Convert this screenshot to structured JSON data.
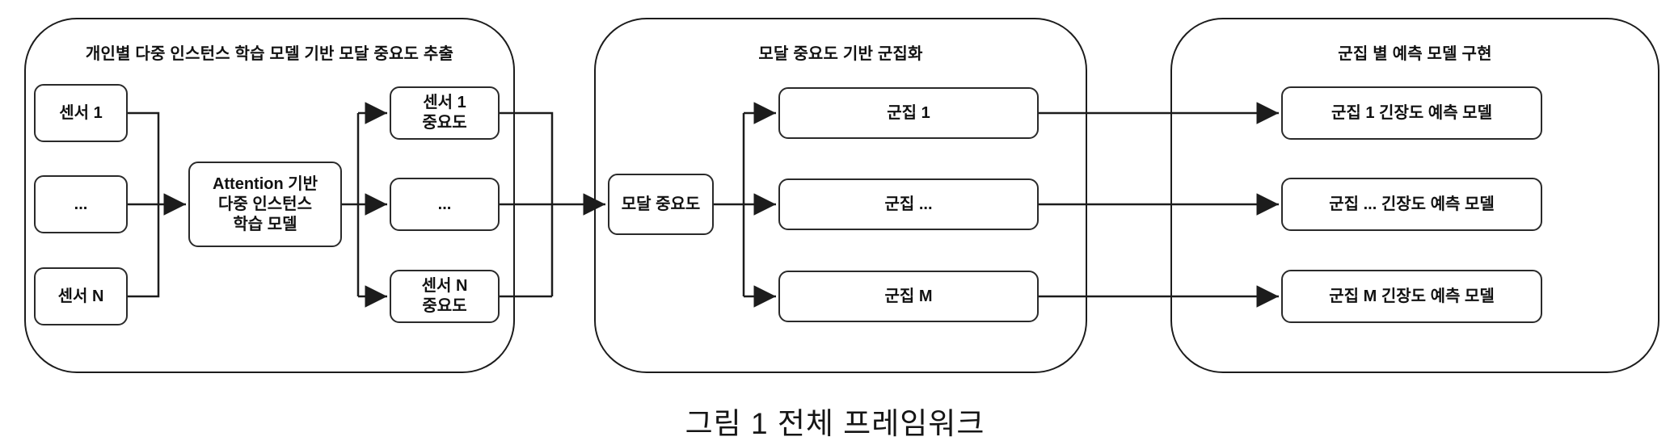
{
  "caption": "그림 1 전체 프레임워크",
  "colors": {
    "line": "#1c1c1c",
    "box_border": "#2a2a2a",
    "background": "#ffffff",
    "text": "#111111"
  },
  "panel1": {
    "title": "개인별 다중 인스턴스 학습 모델 기반 모달 중요도 추출",
    "sensor_1": "센서 1",
    "sensor_dots": "...",
    "sensor_n": "센서 N",
    "attention_model": "Attention 기반\n다중 인스턴스\n학습 모델",
    "importance_1": "센서 1\n중요도",
    "importance_dots": "...",
    "importance_n": "센서 N\n중요도"
  },
  "panel2": {
    "title": "모달 중요도 기반 군집화",
    "modal_importance": "모달 중요도",
    "cluster_1": "군집 1",
    "cluster_dots": "군집 ...",
    "cluster_m": "군집 M"
  },
  "panel3": {
    "title": "군집 별 예측 모델 구현",
    "pred_model_1": "군집 1 긴장도 예측 모델",
    "pred_model_dots": "군집 ... 긴장도 예측 모델",
    "pred_model_m": "군집 M 긴장도 예측 모델"
  }
}
